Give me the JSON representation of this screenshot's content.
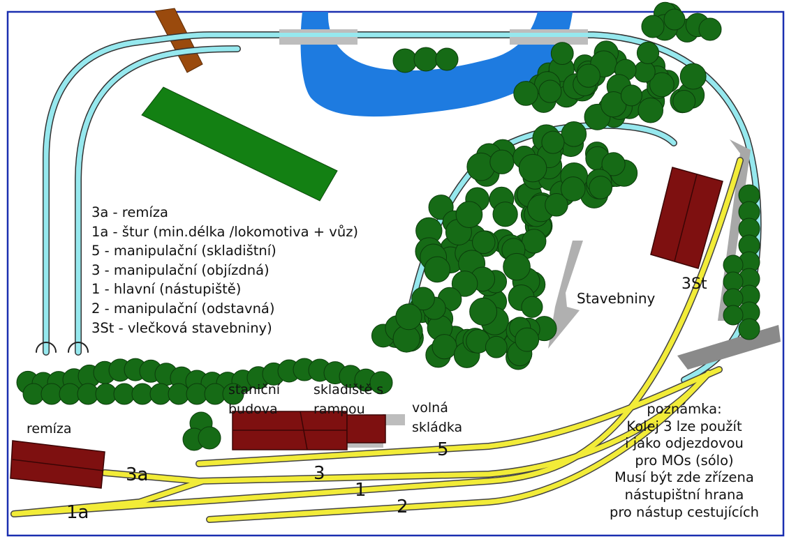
{
  "legend": [
    "3a - remíza",
    "1a - štur (min.délka /lokomotiva + vůz)",
    "5 - manipulační (skladištní)",
    "3 - manipulační (objízdná)",
    "1 - hlavní (nástupiště)",
    "2 - manipulační (odstavná)",
    "3St - vlečková stavebniny)"
  ],
  "labels": {
    "stavebniny": "Stavebniny",
    "track_3st": "3St",
    "stanicni_line1": "staniční",
    "stanicni_line2": "budova",
    "skladiste_line1": "skladiště s",
    "skladiste_line2": "rampou",
    "volna_line1": "volná",
    "volna_line2": "skládka",
    "remiza": "remíza",
    "track_5": "5",
    "track_3": "3",
    "track_1": "1",
    "track_2": "2",
    "track_3a": "3a",
    "track_1a": "1a"
  },
  "note": [
    "poznámka:",
    "Kolej 3 lze použít",
    "i jako odjezdovou",
    "pro MOs (sólo)",
    "Musí být zde zřízena",
    "nástupištní hrana",
    "pro nástup cestujících"
  ],
  "colors": {
    "border": "#1a2fb0",
    "water": "#1e7be0",
    "tree": "#166b16",
    "field": "#138013",
    "building": "#7e1010",
    "track_cyan": "#96e8ee",
    "track_yellow": "#f2ec38",
    "bridge": "#bdbdbd",
    "ramp": "#8a8a8a",
    "wood_bridge": "#9a4a0d"
  }
}
